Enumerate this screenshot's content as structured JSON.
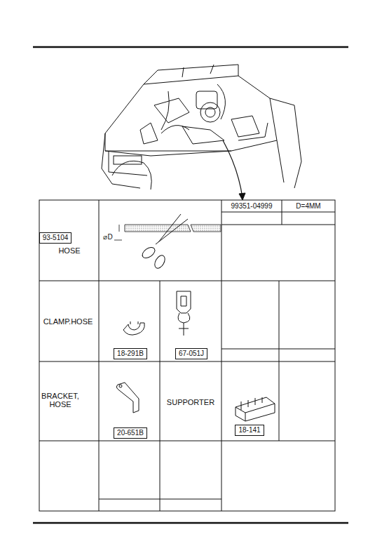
{
  "diagram": {
    "nodes": [
      {
        "text": [
          "93-5104"
        ]
      },
      {
        "text": [
          "18-291B"
        ]
      },
      {
        "text": [
          "67-051J"
        ]
      },
      {
        "text": [
          "20-651B"
        ]
      },
      {
        "text": [
          "18-141"
        ]
      }
    ],
    "labels": [
      "99351-04999",
      "D=4MM",
      "HOSE",
      "⌀D",
      "CLAMP.HOSE",
      "BRACKET, HOSE",
      "SUPPORTER"
    ]
  }
}
